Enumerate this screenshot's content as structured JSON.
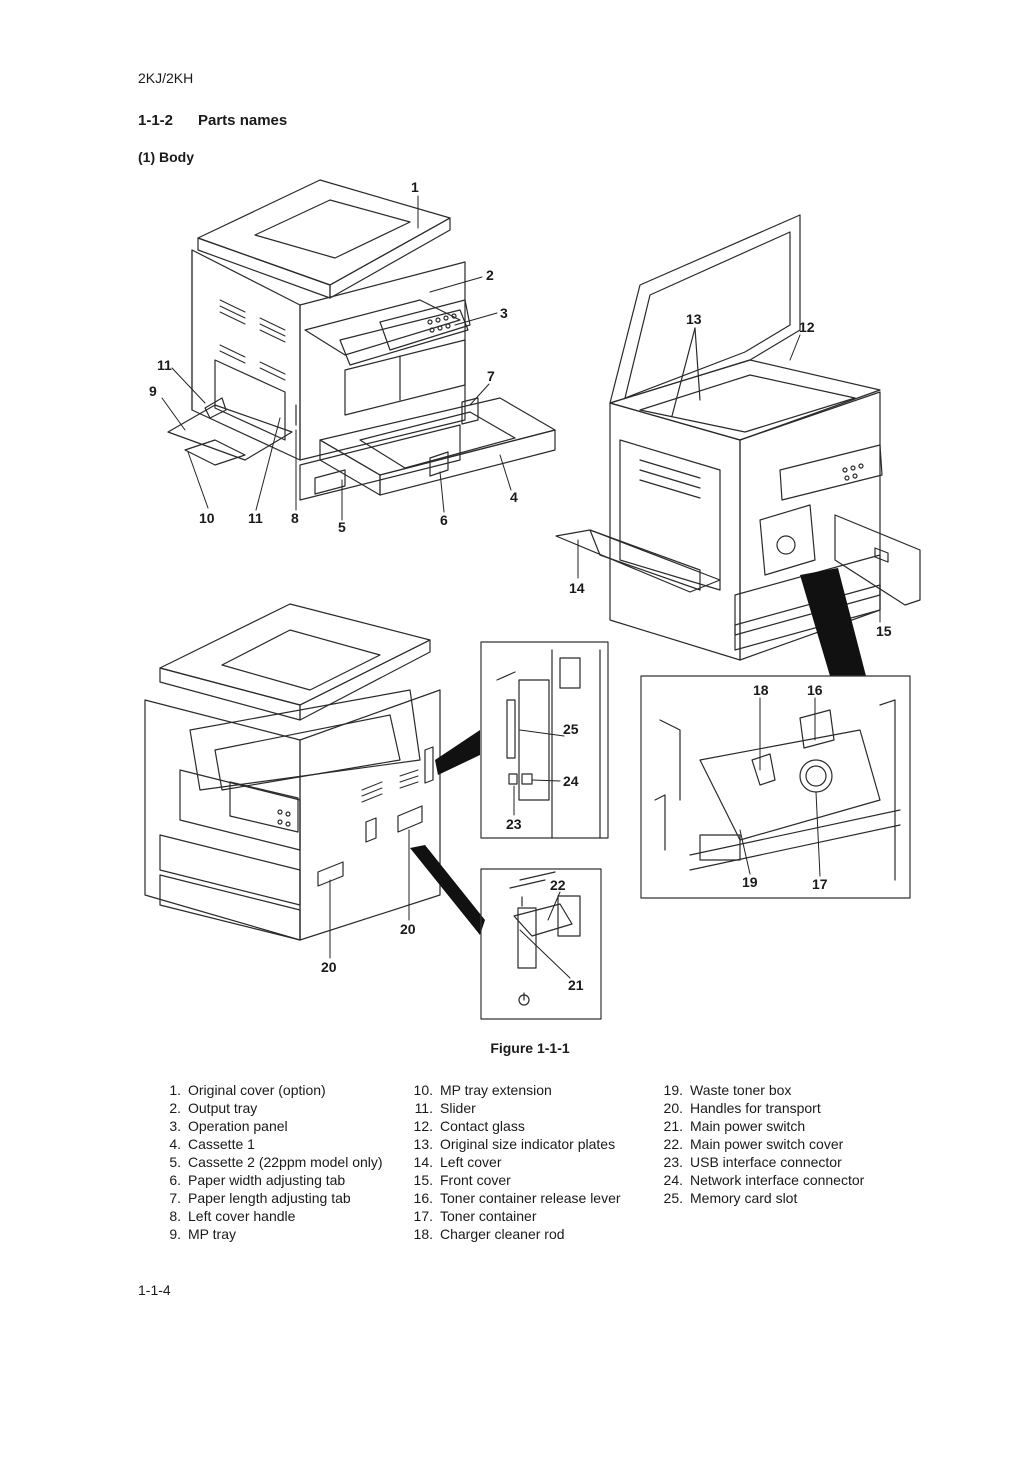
{
  "header": {
    "doc_id": "2KJ/2KH"
  },
  "section": {
    "number": "1-1-2",
    "title": "Parts names"
  },
  "subsection": {
    "title": "(1) Body"
  },
  "figure": {
    "caption": "Figure 1-1-1",
    "callouts": {
      "c1": "1",
      "c2": "2",
      "c3": "3",
      "c4": "4",
      "c5": "5",
      "c6": "6",
      "c7": "7",
      "c8": "8",
      "c9": "9",
      "c10": "10",
      "c11a": "11",
      "c11b": "11",
      "c12": "12",
      "c13": "13",
      "c14": "14",
      "c15": "15",
      "c16": "16",
      "c17": "17",
      "c18": "18",
      "c19": "19",
      "c20a": "20",
      "c20b": "20",
      "c21": "21",
      "c22": "22",
      "c23": "23",
      "c24": "24",
      "c25": "25"
    }
  },
  "parts": [
    {
      "num": "1.",
      "name": "Original cover (option)"
    },
    {
      "num": "2.",
      "name": "Output tray"
    },
    {
      "num": "3.",
      "name": "Operation panel"
    },
    {
      "num": "4.",
      "name": "Cassette 1"
    },
    {
      "num": "5.",
      "name": "Cassette 2 (22ppm model only)"
    },
    {
      "num": "6.",
      "name": "Paper width adjusting tab"
    },
    {
      "num": "7.",
      "name": "Paper length adjusting tab"
    },
    {
      "num": "8.",
      "name": "Left cover handle"
    },
    {
      "num": "9.",
      "name": "MP tray"
    },
    {
      "num": "10.",
      "name": "MP tray extension"
    },
    {
      "num": "11.",
      "name": "Slider"
    },
    {
      "num": "12.",
      "name": "Contact glass"
    },
    {
      "num": "13.",
      "name": "Original size indicator plates"
    },
    {
      "num": "14.",
      "name": "Left cover"
    },
    {
      "num": "15.",
      "name": "Front cover"
    },
    {
      "num": "16.",
      "name": "Toner container release lever"
    },
    {
      "num": "17.",
      "name": "Toner container"
    },
    {
      "num": "18.",
      "name": "Charger cleaner rod"
    },
    {
      "num": "19.",
      "name": "Waste toner box"
    },
    {
      "num": "20.",
      "name": "Handles for transport"
    },
    {
      "num": "21.",
      "name": "Main power switch"
    },
    {
      "num": "22.",
      "name": "Main power switch cover"
    },
    {
      "num": "23.",
      "name": "USB interface connector"
    },
    {
      "num": "24.",
      "name": "Network interface connector"
    },
    {
      "num": "25.",
      "name": "Memory card slot"
    }
  ],
  "page": {
    "number": "1-1-4"
  }
}
